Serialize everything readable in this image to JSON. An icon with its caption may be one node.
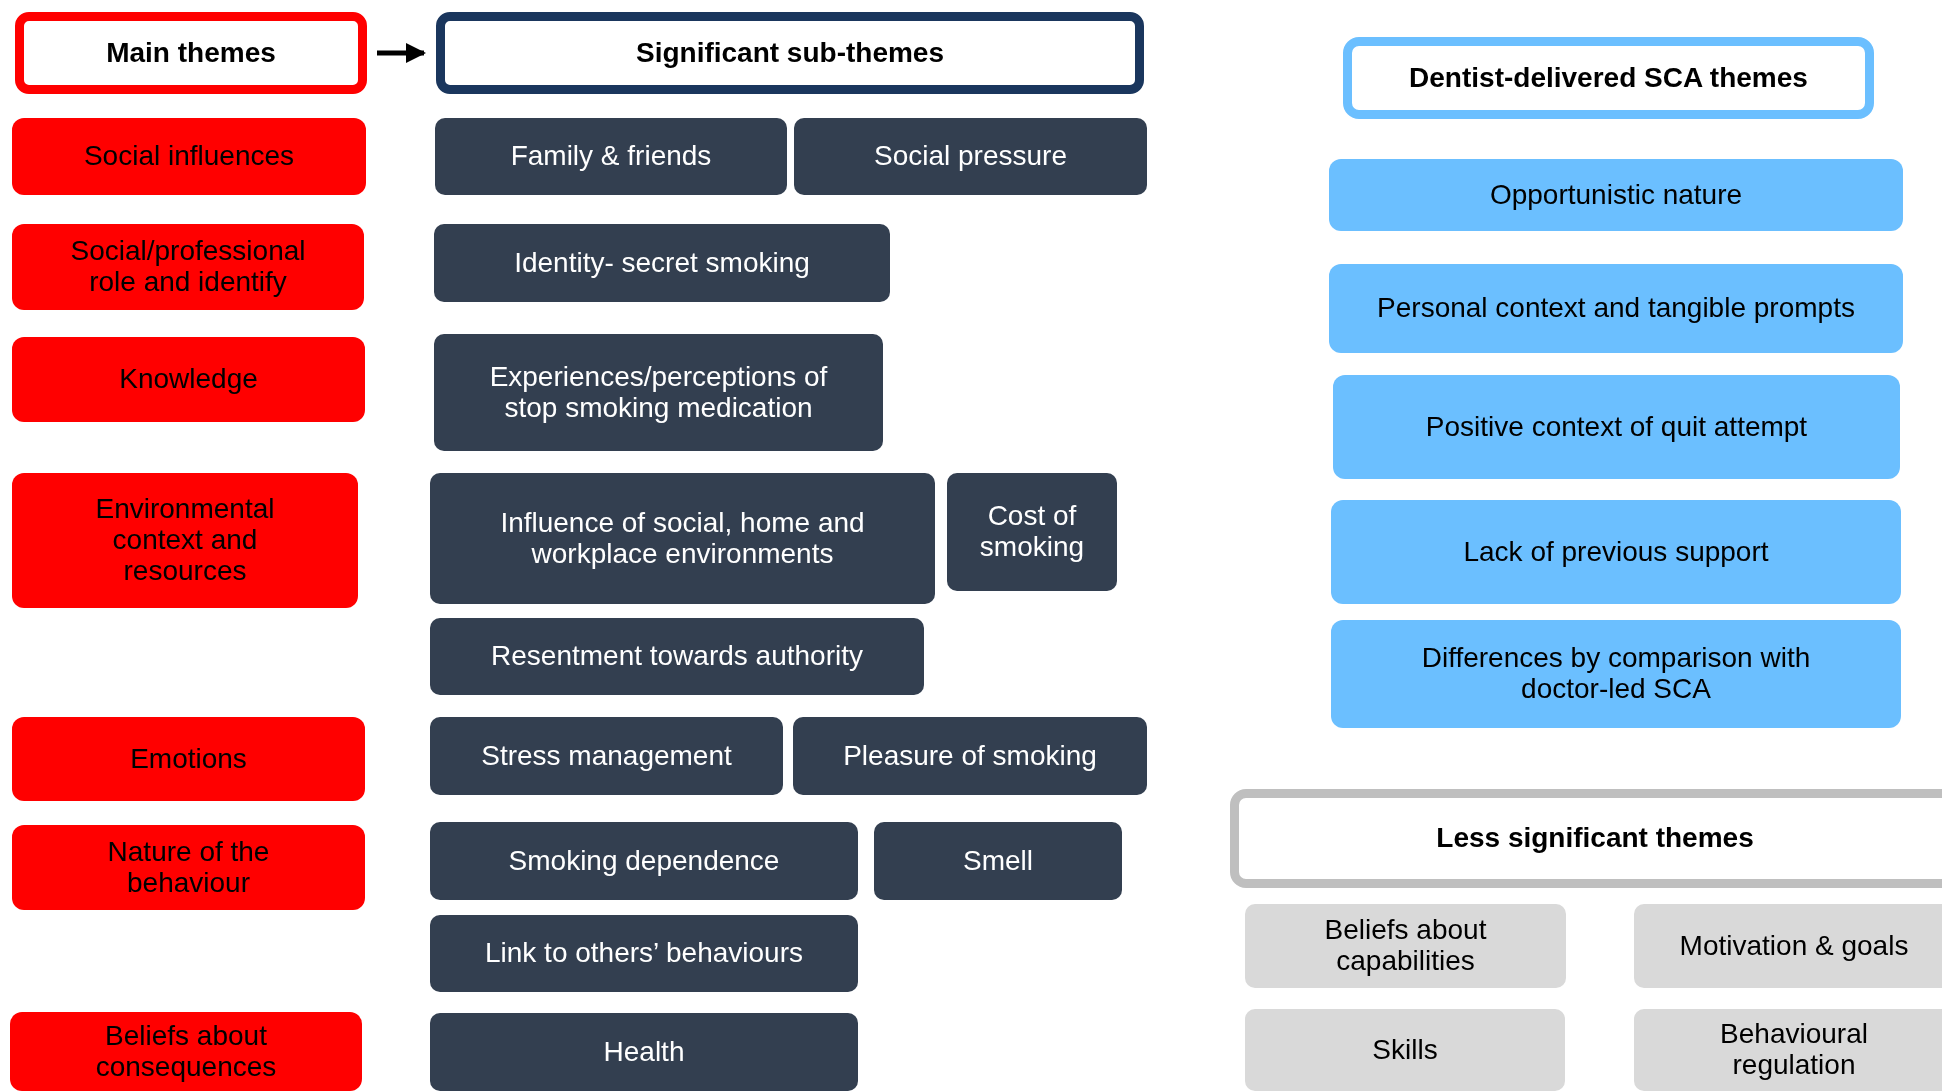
{
  "diagram": {
    "nodes": [
      {
        "text": [
          "Main themes"
        ]
      },
      {
        "text": [
          "Significant sub-themes"
        ]
      },
      {
        "text": [
          "Dentist-delivered SCA themes"
        ]
      },
      {
        "text": [
          "Social influences"
        ]
      },
      {
        "text": [
          "Social/professional role and identify"
        ]
      },
      {
        "text": [
          "Knowledge"
        ]
      },
      {
        "text": [
          "Environmental context and resources"
        ]
      },
      {
        "text": [
          "Emotions"
        ]
      },
      {
        "text": [
          "Nature of the behaviour"
        ]
      },
      {
        "text": [
          "Beliefs about consequences"
        ]
      },
      {
        "text": [
          "Family & friends"
        ]
      },
      {
        "text": [
          "Social pressure"
        ]
      },
      {
        "text": [
          "Identity- secret smoking"
        ]
      },
      {
        "text": [
          "Experiences/perceptions of stop smoking medication"
        ]
      },
      {
        "text": [
          "Influence of social, home and workplace environments"
        ]
      },
      {
        "text": [
          "Cost of smoking"
        ]
      },
      {
        "text": [
          "Resentment towards authority"
        ]
      },
      {
        "text": [
          "Stress management"
        ]
      },
      {
        "text": [
          "Pleasure of smoking"
        ]
      },
      {
        "text": [
          "Smoking dependence"
        ]
      },
      {
        "text": [
          "Smell"
        ]
      },
      {
        "text": [
          "Link to others’ behaviours"
        ]
      },
      {
        "text": [
          "Health"
        ]
      },
      {
        "text": [
          "Opportunistic nature"
        ]
      },
      {
        "text": [
          "Personal context and tangible prompts"
        ]
      },
      {
        "text": [
          "Positive context of quit attempt"
        ]
      },
      {
        "text": [
          "Lack of previous support"
        ]
      },
      {
        "text": [
          "Differences by comparison with doctor-led SCA"
        ]
      },
      {
        "text": [
          "Less significant themes"
        ]
      },
      {
        "text": [
          "Beliefs about capabilities"
        ]
      },
      {
        "text": [
          "Motivation & goals"
        ]
      },
      {
        "text": [
          "Skills"
        ]
      },
      {
        "text": [
          "Behavioural regulation"
        ]
      }
    ],
    "edges": [
      {
        "from": 0,
        "to": 1,
        "arrow": "to"
      }
    ]
  }
}
